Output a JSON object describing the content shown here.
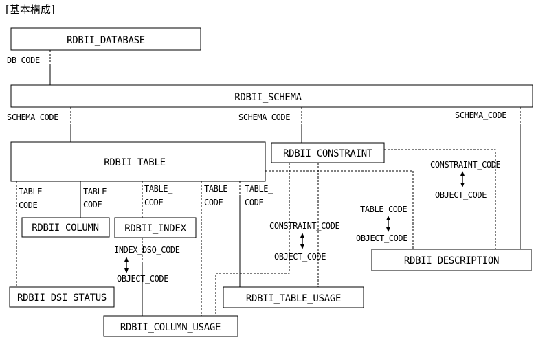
{
  "title": "[基本構成]",
  "entities": {
    "database": "RDBII_DATABASE",
    "schema": "RDBII_SCHEMA",
    "table": "RDBII_TABLE",
    "constraint": "RDBII_CONSTRAINT",
    "column": "RDBII_COLUMN",
    "index": "RDBII_INDEX",
    "description": "RDBII_DESCRIPTION",
    "dsi_status": "RDBII_DSI_STATUS",
    "table_usage": "RDBII_TABLE_USAGE",
    "column_usage": "RDBII_COLUMN_USAGE"
  },
  "labels": {
    "db_code": "DB_CODE",
    "schema_code_1": "SCHEMA_CODE",
    "schema_code_2": "SCHEMA_CODE",
    "schema_code_3": "SCHEMA_CODE",
    "table_code_1a": "TABLE_",
    "table_code_1b": "CODE",
    "table_code_2a": "TABLE_",
    "table_code_2b": "CODE",
    "table_code_3a": "TABLE_",
    "table_code_3b": "CODE",
    "table_code_4a": "TABLE",
    "table_code_4b": "CODE",
    "table_code_5a": "TABLE_",
    "table_code_5b": "CODE",
    "constraint_code_1": "CONSTRAINT_CODE",
    "object_code_1": "OBJECT_CODE",
    "table_code_6": "TABLE_CODE",
    "object_code_2": "OBJECT_CODE",
    "constraint_code_2": "CONSTRAINT_CODE",
    "object_code_3": "OBJECT_CODE",
    "index_dso_code": "INDEX_DSO_CODE",
    "object_code_4": "OBJECT_CODE"
  }
}
